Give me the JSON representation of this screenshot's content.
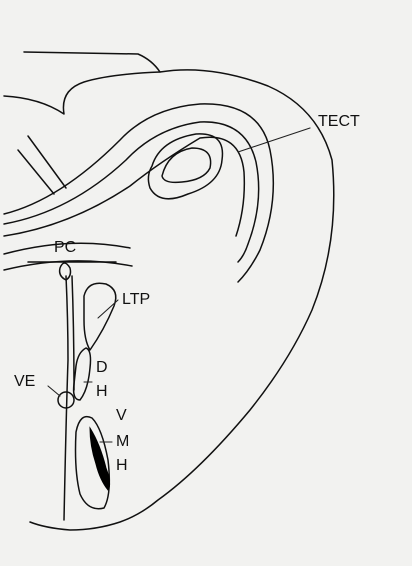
{
  "labels": {
    "tect": "TECT",
    "pc": "PC",
    "ltp": "LTP",
    "ve": "VE",
    "dh_d": "D",
    "dh_h": "H",
    "vmh_v": "V",
    "vmh_m": "M",
    "vmh_h": "H"
  },
  "colors": {
    "background": "#f2f2f0",
    "ink": "#111111",
    "filled_region": "#000000"
  }
}
